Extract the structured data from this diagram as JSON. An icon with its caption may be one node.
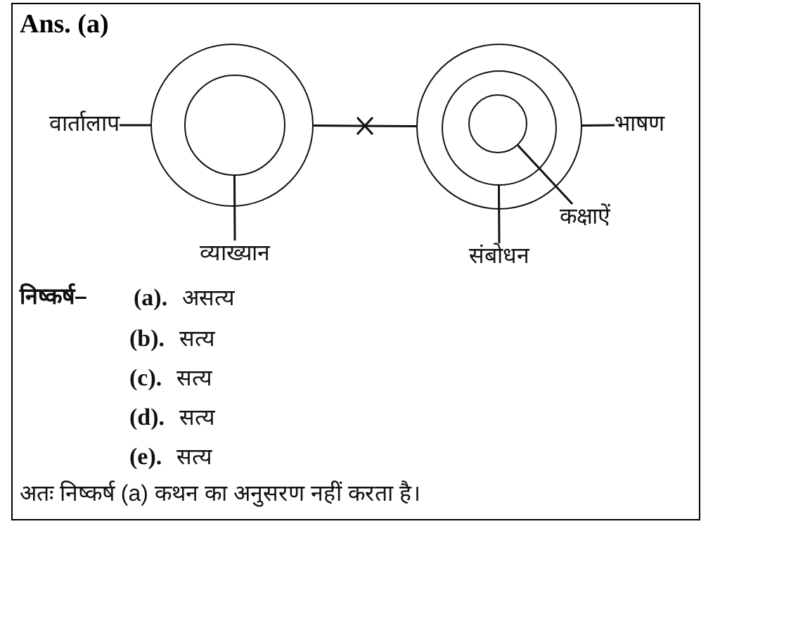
{
  "diagram": {
    "title": "Ans. (a)",
    "nodes": [
      {
        "text": [
          "वार्तालाप"
        ]
      },
      {
        "text": [],
        "shape": "circle"
      },
      {
        "text": [],
        "shape": "circle",
        "in": 1
      },
      {
        "text": [],
        "shape": "circle"
      },
      {
        "text": [],
        "shape": "circle",
        "in": 3
      },
      {
        "text": [],
        "shape": "circle",
        "in": 4
      },
      {
        "text": [
          "भाषण"
        ]
      },
      {
        "text": [
          "कक्षाऐं"
        ]
      },
      {
        "text": [
          "व्याख्यान"
        ]
      },
      {
        "text": [
          "संबोधन"
        ]
      }
    ],
    "edges": [
      {
        "from": 0,
        "to": 1,
        "arrow": "none"
      },
      {
        "from": 8,
        "to": 2,
        "arrow": "none"
      },
      {
        "from": 1,
        "to": 3,
        "arrow": "none"
      },
      {
        "from": 6,
        "to": 3,
        "arrow": "none"
      },
      {
        "from": 7,
        "to": 5,
        "arrow": "none"
      },
      {
        "from": 9,
        "to": 4,
        "arrow": "none"
      }
    ],
    "labels": [
      "निष्कर्ष–",
      "**(a).** असत्य",
      "**(b).** सत्य",
      "**(c).** सत्य",
      "**(d).** सत्य",
      "**(e).** सत्य",
      "अतः निष्कर्ष (a) कथन का अनुसरण नहीं करता है।"
    ]
  }
}
